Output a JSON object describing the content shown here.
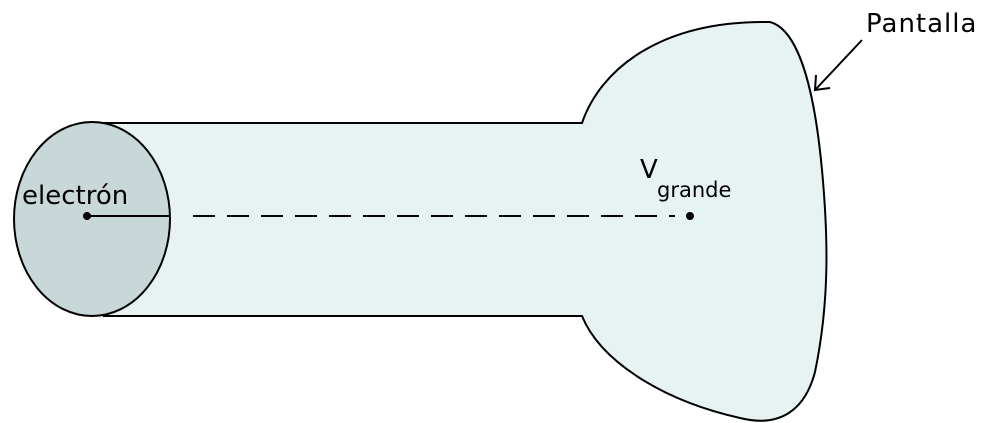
{
  "labels": {
    "electron": "electrón",
    "v_symbol": "V",
    "v_subscript": "grande",
    "screen": "Pantalla"
  },
  "colors": {
    "tube_fill": "#e7f3f3",
    "cathode_fill": "#c8d8d8",
    "outline": "#000000"
  }
}
